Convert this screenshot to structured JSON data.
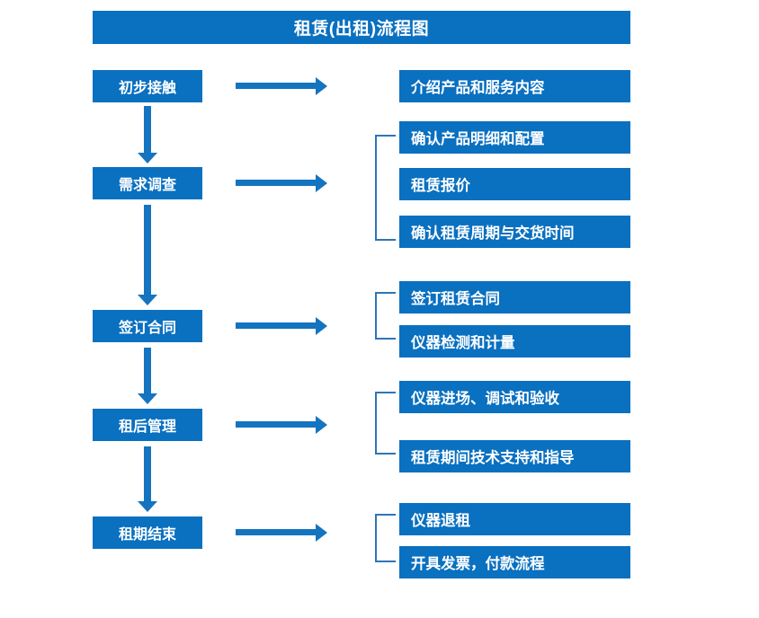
{
  "diagram": {
    "title": "租赁(出租)流程图",
    "accent_color": "#0A70C0",
    "arrow_color": "#1474BF",
    "bracket_color": "#2E75B6",
    "text_color": "#FFFFFF",
    "background_color": "#FFFFFF"
  },
  "stages": [
    {
      "label": "初步接触"
    },
    {
      "label": "需求调查"
    },
    {
      "label": "签订合同"
    },
    {
      "label": "租后管理"
    },
    {
      "label": "租期结束"
    }
  ],
  "details": [
    {
      "label": "介绍产品和服务内容"
    },
    {
      "label": "确认产品明细和配置"
    },
    {
      "label": "租赁报价"
    },
    {
      "label": "确认租赁周期与交货时间"
    },
    {
      "label": "签订租赁合同"
    },
    {
      "label": "仪器检测和计量"
    },
    {
      "label": "仪器进场、调试和验收"
    },
    {
      "label": "租赁期间技术支持和指导"
    },
    {
      "label": "仪器退租"
    },
    {
      "label": "开具发票，付款流程"
    }
  ],
  "groups": [
    {
      "stage": "需求调查",
      "items": [
        "确认产品明细和配置",
        "租赁报价",
        "确认租赁周期与交货时间"
      ]
    },
    {
      "stage": "签订合同",
      "items": [
        "签订租赁合同",
        "仪器检测和计量"
      ]
    },
    {
      "stage": "租后管理",
      "items": [
        "仪器进场、调试和验收",
        "租赁期间技术支持和指导"
      ]
    },
    {
      "stage": "租期结束",
      "items": [
        "仪器退租",
        "开具发票，付款流程"
      ]
    }
  ],
  "flow_order": [
    "初步接触",
    "需求调查",
    "签订合同",
    "租后管理",
    "租期结束"
  ]
}
